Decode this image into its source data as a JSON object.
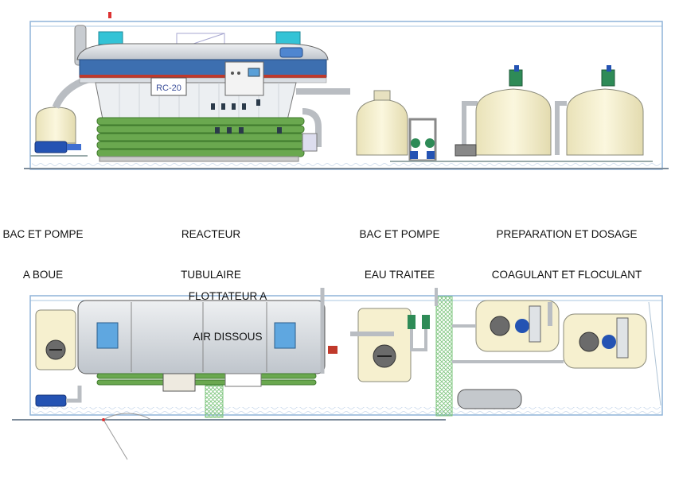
{
  "labels": {
    "bac_boue": [
      "BAC ET POMPE",
      "A BOUE"
    ],
    "reacteur": [
      "REACTEUR",
      "TUBULAIRE"
    ],
    "bac_eau": [
      "BAC ET POMPE",
      "EAU TRAITEE"
    ],
    "preparation": [
      "PREPARATION ET DOSAGE",
      "COAGULANT ET FLOCULANT"
    ],
    "flottateur": [
      "FLOTTATEUR A",
      "AIR DISSOUS"
    ]
  },
  "equipment_plate": "RC-20",
  "colors": {
    "container_outline": "#8fb4d8",
    "tank_fill": "#f6f0cf",
    "tank_stroke": "#8a8a7a",
    "reactor_tubes": "#6aa84f",
    "reactor_tubes_dark": "#3f7a2c",
    "flotation_body": "#d9dde2",
    "flotation_band_blue": "#3d6fb0",
    "flotation_band_red": "#c0392b",
    "pump_blue": "#2453b3",
    "motor_green": "#2e8b57",
    "pipe_grey": "#b9bdc2",
    "grating_green": "#7cc47c",
    "cyan_unit": "#33c3d6"
  }
}
